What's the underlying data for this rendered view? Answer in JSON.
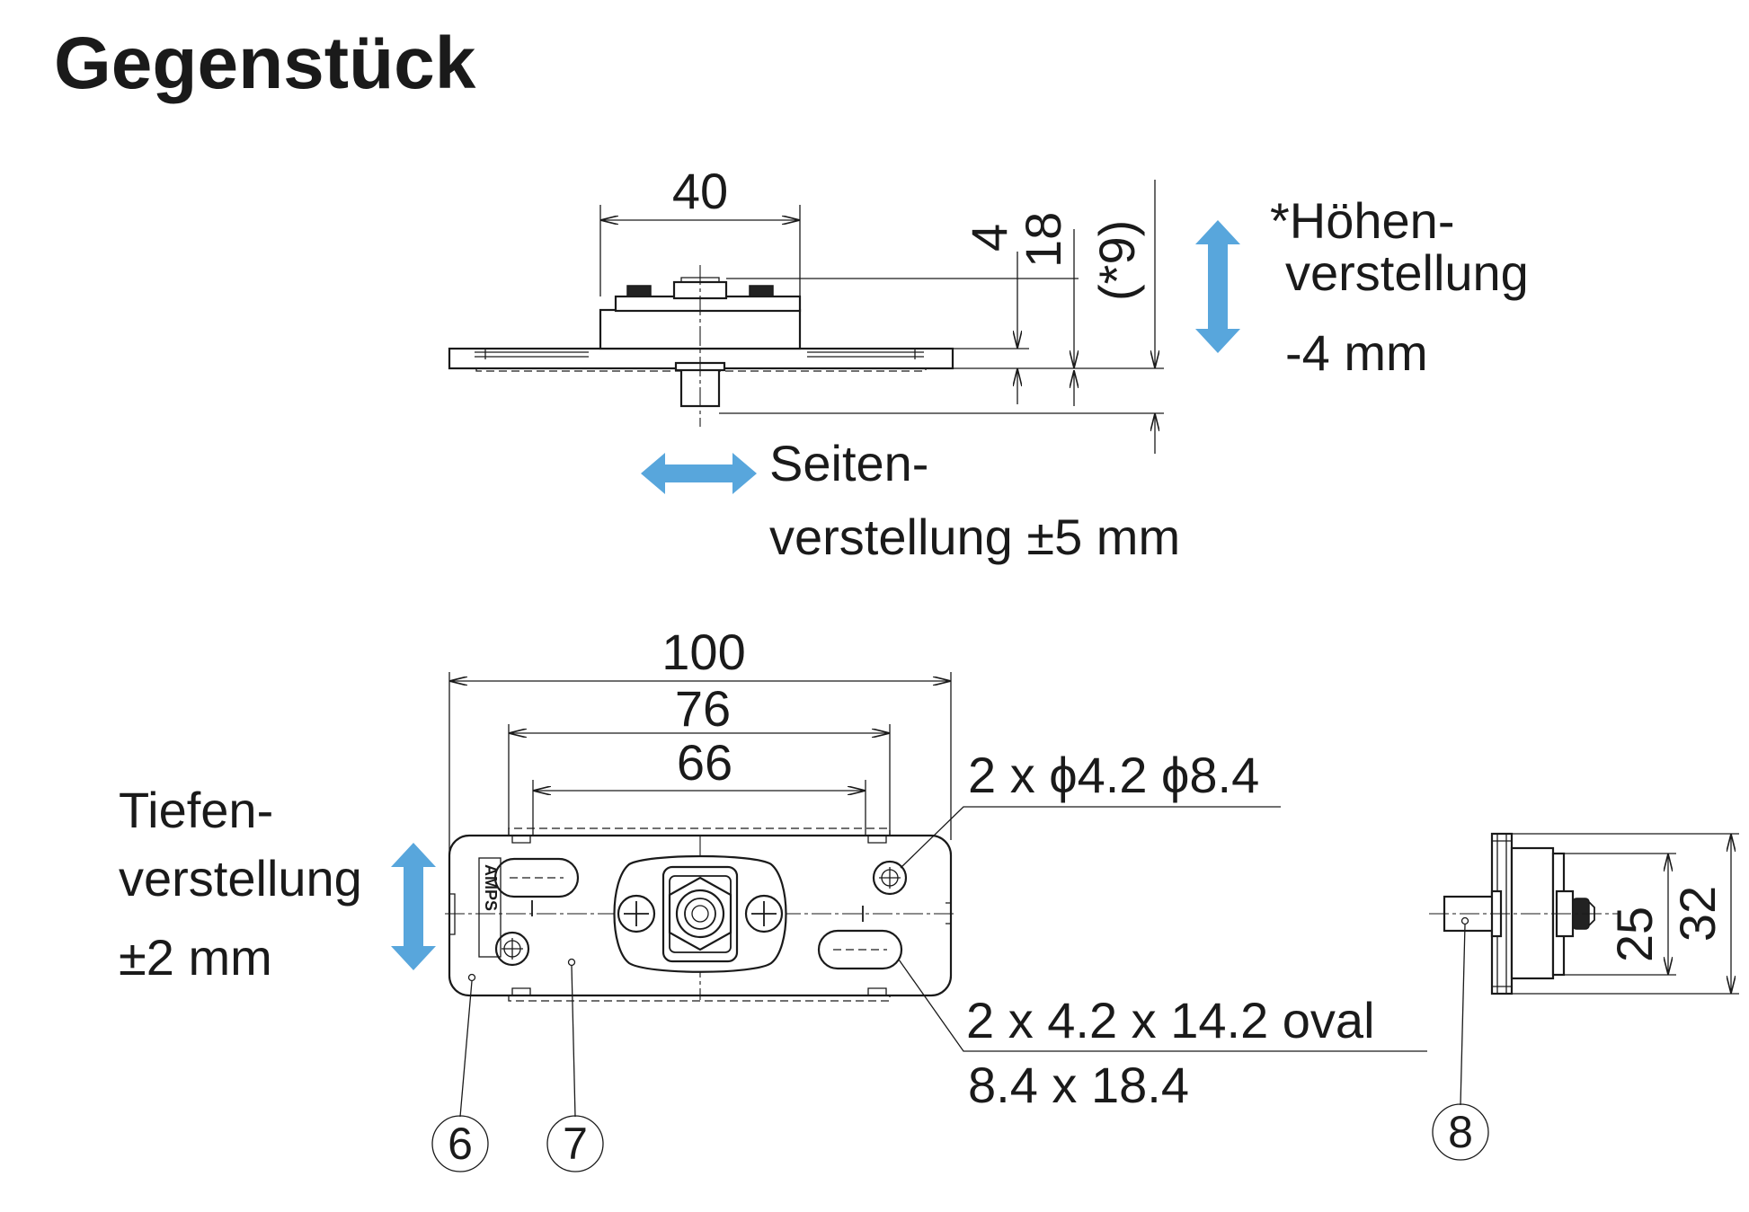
{
  "title": "Gegenstück",
  "side_view": {
    "width_dim": "40",
    "dim_4": "4",
    "dim_18": "18",
    "dim_9": "(*9)",
    "height_adjust": {
      "line1": "*Höhen-",
      "line2": "verstellung",
      "line3": "-4 mm"
    },
    "side_adjust": {
      "line1": "Seiten-",
      "line2": "verstellung ±5 mm"
    }
  },
  "top_view": {
    "dim_100": "100",
    "dim_76": "76",
    "dim_66": "66",
    "hole_note": "2 x ϕ4.2 ϕ8.4",
    "oval_note_line1": "2 x 4.2 x 14.2 oval",
    "oval_note_line2": "8.4 x 18.4",
    "depth_adjust": {
      "line1": "Tiefen-",
      "line2": "verstellung",
      "line3": "±2 mm"
    },
    "stamp_text": "AMPS"
  },
  "end_view": {
    "dim_25": "25",
    "dim_32": "32"
  },
  "balloons": [
    "6",
    "7",
    "8"
  ],
  "colors": {
    "arrow": "#58a6dc",
    "line": "#1a1a1a"
  }
}
